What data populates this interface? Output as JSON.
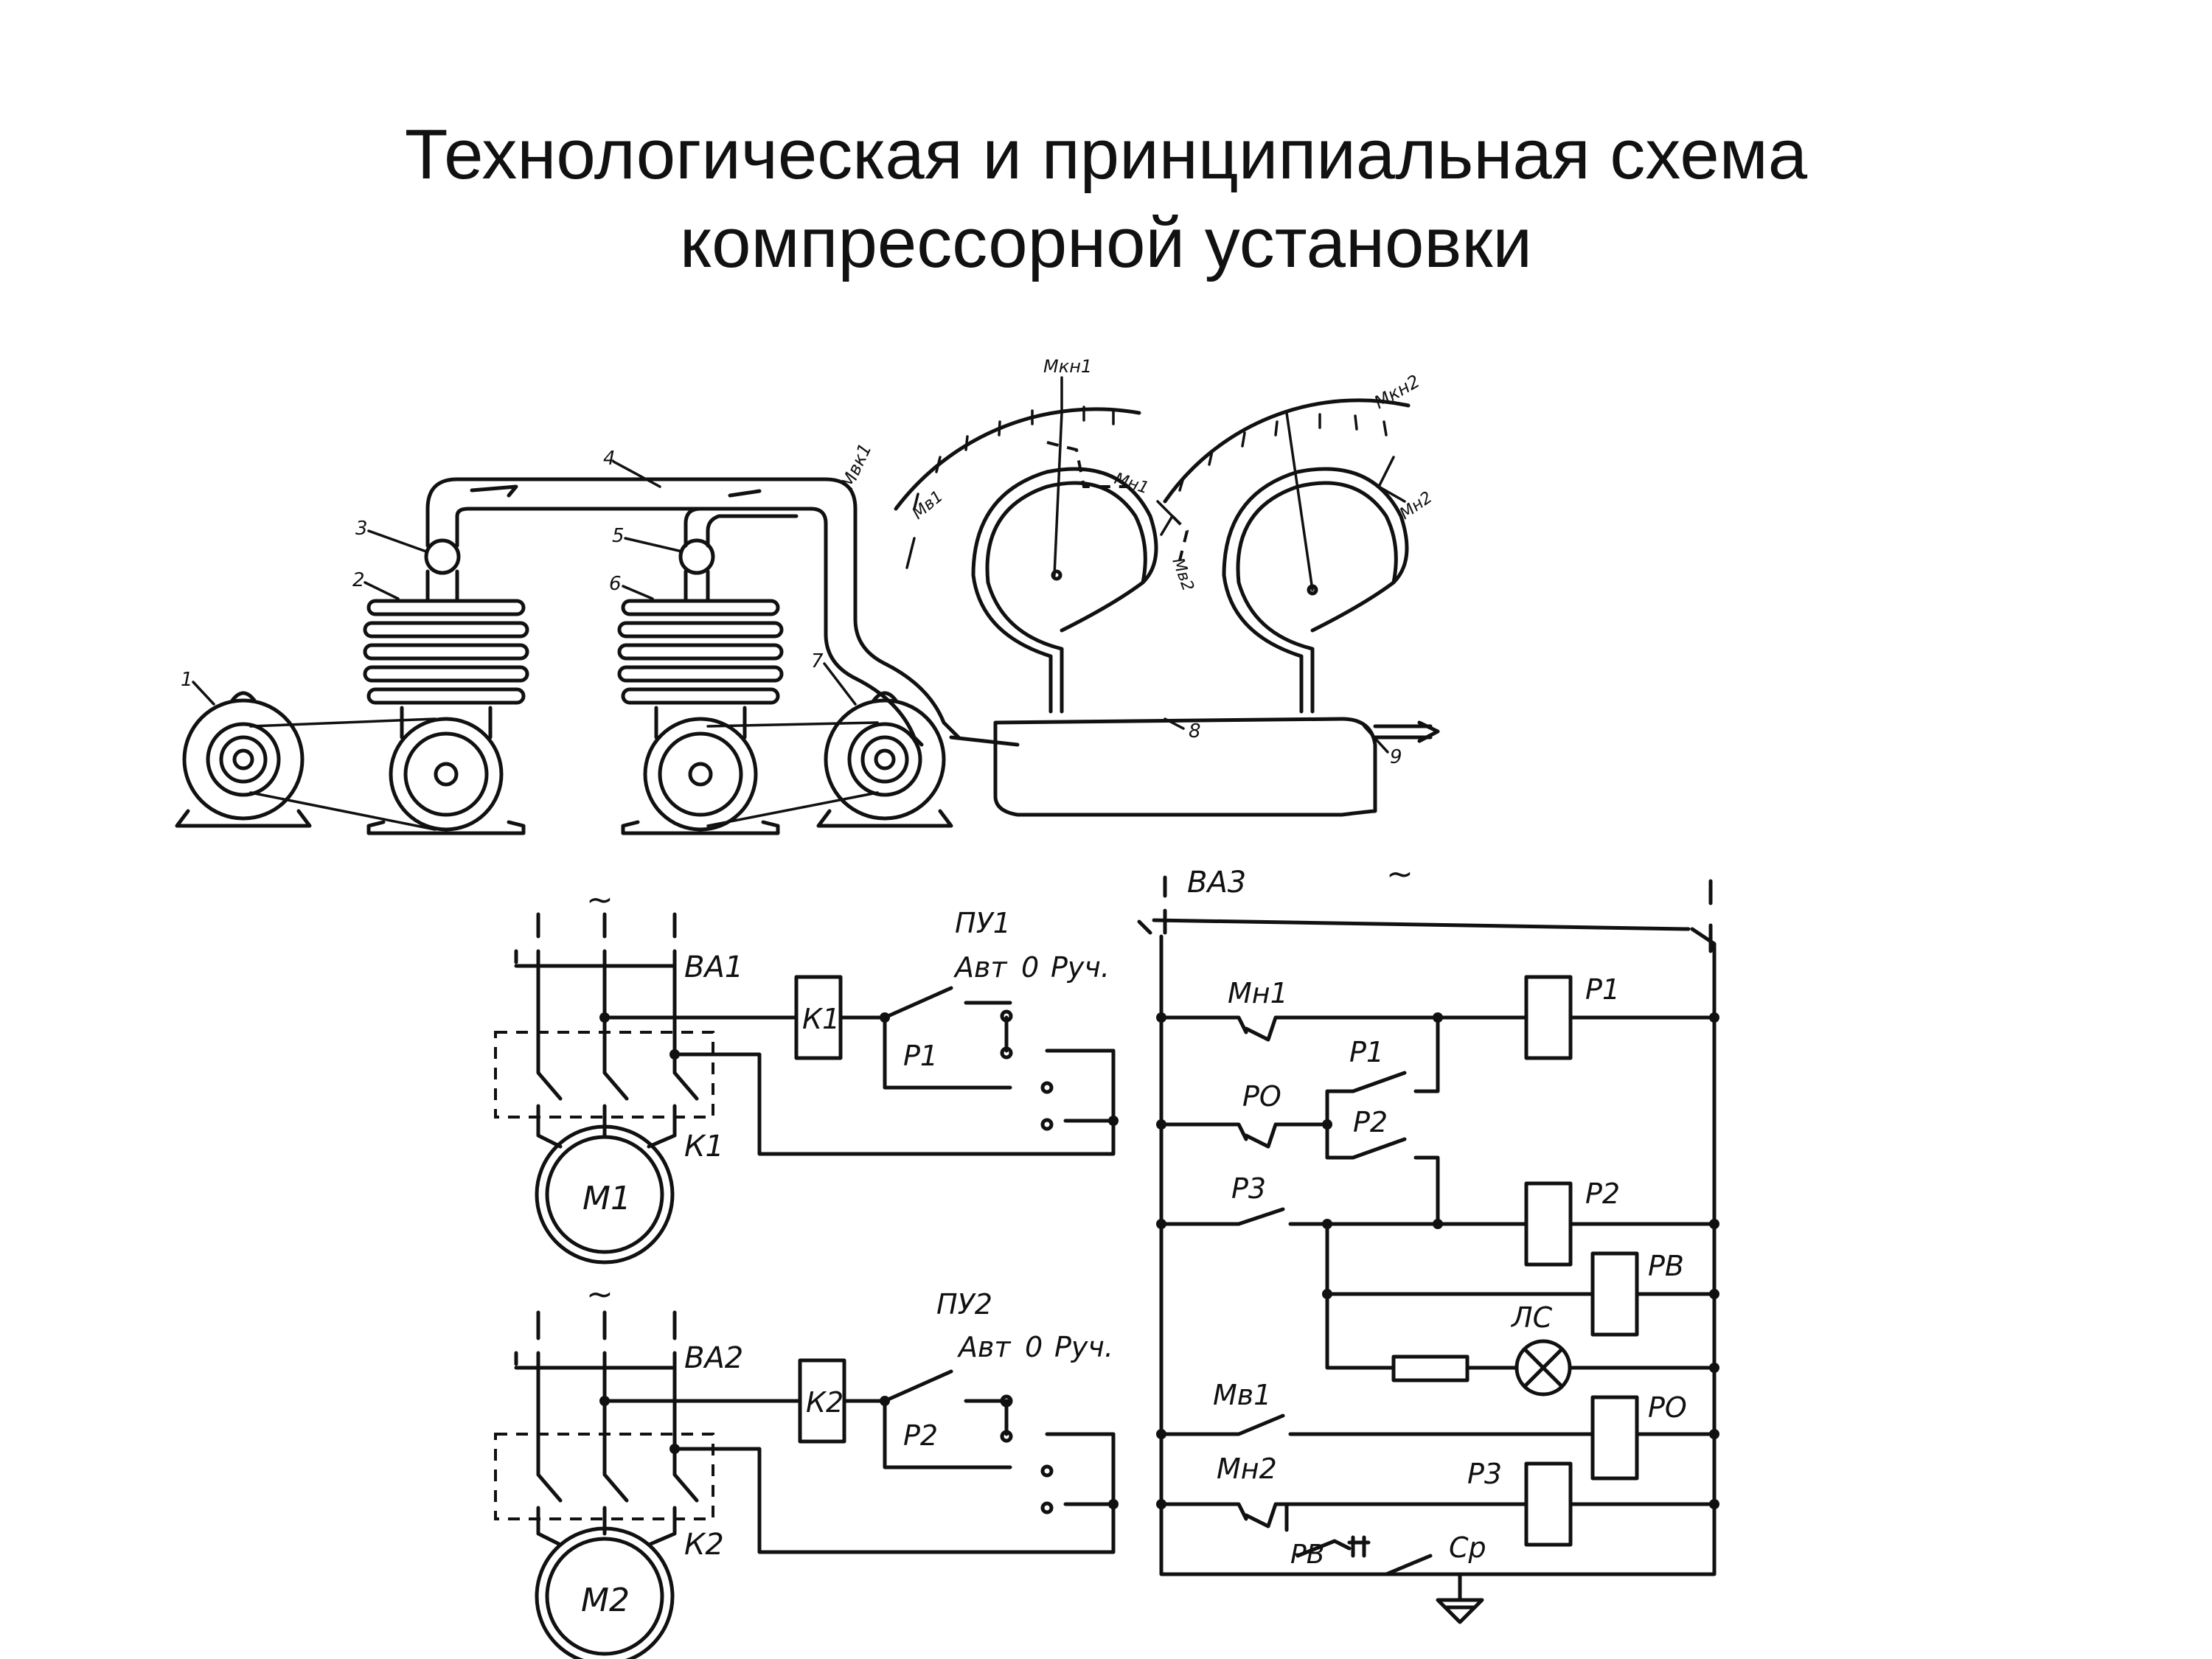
{
  "title": {
    "line1": "Технологическая и принципиальная схема",
    "line2": "компрессорной установки"
  },
  "tech_scheme": {
    "callouts": [
      "1",
      "2",
      "3",
      "4",
      "5",
      "6",
      "7",
      "8",
      "9"
    ],
    "gauge1": {
      "label": "Мкн1",
      "arc_label": "Мвк1",
      "pointer_lo": "Мв1",
      "pointer_hi": "Мн1"
    },
    "gauge2": {
      "label": "Мкн2",
      "pointer_lo": "Мв2",
      "pointer_hi": "Мн2"
    }
  },
  "circuit1": {
    "supply": "~",
    "breaker": "ВА1",
    "contactor_coil": "К1",
    "contactor_contacts": "К1",
    "motor": "М1",
    "switch": "ПУ1",
    "switch_auto": "Авт",
    "switch_off": "0",
    "switch_manual": "Руч.",
    "relay_contact": "Р1"
  },
  "circuit2": {
    "supply": "~",
    "breaker": "ВА2",
    "contactor_coil": "К2",
    "contactor_contacts": "К2",
    "motor": "М2",
    "switch": "ПУ2",
    "switch_auto": "Авт",
    "switch_off": "0",
    "switch_manual": "Руч.",
    "relay_contact": "Р2"
  },
  "control_circuit": {
    "breaker": "ВА3",
    "supply": "~",
    "contact_mn1": "Мн1",
    "contact_ro": "РО",
    "contact_r3": "Р3",
    "contact_mv1": "Мв1",
    "contact_mn2": "Мн2",
    "contact_rv": "РВ",
    "contact_p1": "Р1",
    "contact_p2": "Р2",
    "coil_p1": "Р1",
    "coil_p2": "Р2",
    "coil_rv": "РВ",
    "lamp": "ЛС",
    "coil_ro": "РО",
    "coil_r3": "Р3",
    "drain_valve": "Ср"
  }
}
